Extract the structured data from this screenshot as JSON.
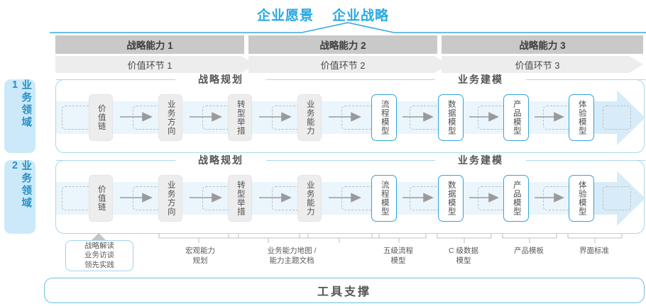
{
  "header": {
    "vision": "企业愿景",
    "strategy": "企业战略",
    "accent_color": "#29a8e0"
  },
  "capabilities": [
    {
      "label": "战略能力 1"
    },
    {
      "label": "战略能力 2"
    },
    {
      "label": "战略能力 3"
    }
  ],
  "value_links": [
    {
      "label": "价值环节 1"
    },
    {
      "label": "价值环节 2"
    },
    {
      "label": "价值环节 3"
    }
  ],
  "domains": [
    {
      "label": "业务领域 1"
    },
    {
      "label": "业务领域 2"
    }
  ],
  "segments": [
    {
      "title": "战略规划"
    },
    {
      "title": "业务建模"
    }
  ],
  "nodes": [
    {
      "label": "价值链",
      "style": "gray"
    },
    {
      "label": "业务方向",
      "style": "gray"
    },
    {
      "label": "转型举措",
      "style": "gray"
    },
    {
      "label": "业务能力",
      "style": "gray"
    },
    {
      "label": "流程模型",
      "style": "blue"
    },
    {
      "label": "数据模型",
      "style": "blue"
    },
    {
      "label": "产品模型",
      "style": "blue"
    },
    {
      "label": "体验模型",
      "style": "blue"
    }
  ],
  "callout": {
    "line1": "战略解读",
    "line2": "业务访谈",
    "line3": "领先实践"
  },
  "foot_labels": [
    {
      "line1": "宏观能力",
      "line2": "规划"
    },
    {
      "line1": "业务能力地图 /",
      "line2": "能力主题文档"
    },
    {
      "line1": "五级流程",
      "line2": "模型"
    },
    {
      "line1": "C 级数据",
      "line2": "模型"
    },
    {
      "line1": "产品模板",
      "line2": ""
    },
    {
      "line1": "界面标准",
      "line2": ""
    }
  ],
  "footer": {
    "tool_support": "工具支撑"
  },
  "colors": {
    "blue_accent": "#29a8e0",
    "blue_border": "#33a3dd",
    "band_fill": "#eaf5fc",
    "gray_bar": "#c9c9c9",
    "value_bar": "#ededed",
    "node_gray": "#ededed",
    "side_label_bg": "#cbe9f9"
  }
}
